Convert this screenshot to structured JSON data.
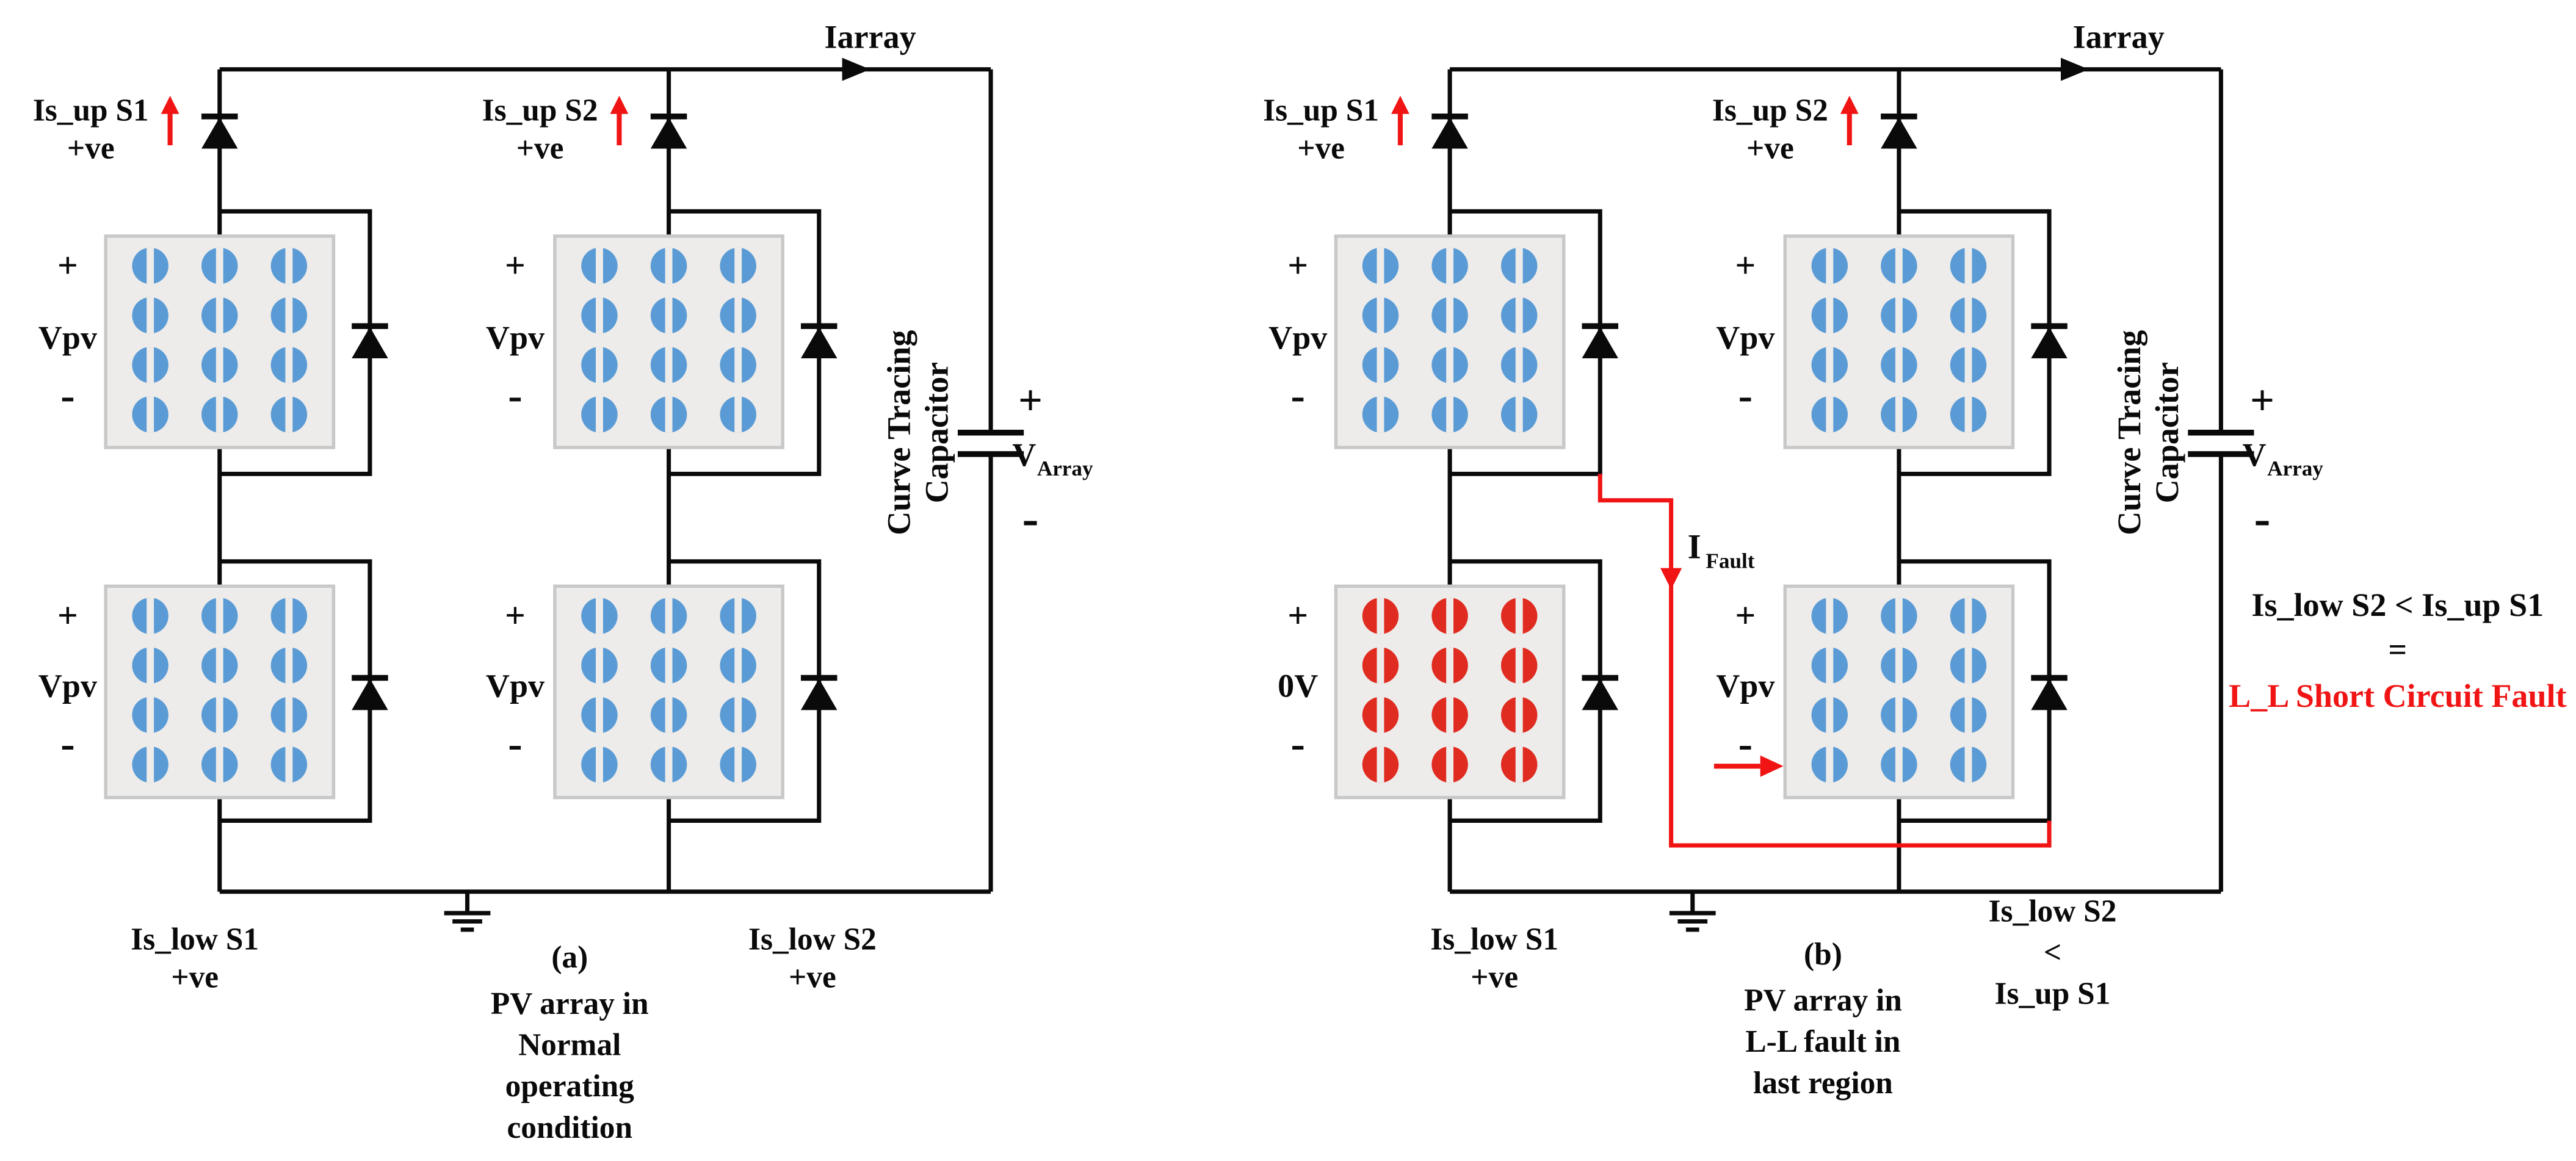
{
  "colors": {
    "wire": "#0a0a0a",
    "red": "#f01414",
    "cell_blue": "#5b9bd5",
    "cell_red": "#e02b20",
    "panel_bg": "#edecea",
    "panel_border": "#c8c8c8"
  },
  "left": {
    "iarray": "Iarray",
    "is_up_s1": [
      "Is_up S1",
      "+ve"
    ],
    "is_up_s2": [
      "Is_up S2",
      "+ve"
    ],
    "panel_upper_left": [
      "+",
      "Vpv",
      "-"
    ],
    "panel_lower_left": [
      "+",
      "Vpv",
      "-"
    ],
    "panel_upper_right": [
      "+",
      "Vpv",
      "-"
    ],
    "panel_lower_right": [
      "+",
      "Vpv",
      "-"
    ],
    "capacitor_label": [
      "Curve Tracing",
      "Capacitor"
    ],
    "cap_plus": "+",
    "cap_v": "V",
    "cap_v_sub": "Array",
    "cap_minus": "-",
    "is_low_s1": [
      "Is_low S1",
      "+ve"
    ],
    "is_low_s2": [
      "Is_low S2",
      "+ve"
    ],
    "caption_tag": "(a)",
    "caption": [
      "PV array in",
      "Normal",
      "operating",
      "condition"
    ]
  },
  "right": {
    "iarray": "Iarray",
    "is_up_s1": [
      "Is_up S1",
      "+ve"
    ],
    "is_up_s2": [
      "Is_up S2",
      "+ve"
    ],
    "panel_upper_left": [
      "+",
      "Vpv",
      "-"
    ],
    "panel_lower_left": [
      "+",
      "0V",
      "-"
    ],
    "panel_upper_right": [
      "+",
      "Vpv",
      "-"
    ],
    "panel_lower_right": [
      "+",
      "Vpv",
      "-"
    ],
    "ifault_i": "I",
    "ifault_sub": "Fault",
    "capacitor_label": [
      "Curve Tracing",
      "Capacitor"
    ],
    "cap_plus": "+",
    "cap_v": "V",
    "cap_v_sub": "Array",
    "cap_minus": "-",
    "fault_note": [
      "Is_low S2 < Is_up S1",
      "=",
      "L_L Short Circuit Fault"
    ],
    "is_low_s1": [
      "Is_low S1",
      "+ve"
    ],
    "is_low_s2_note": [
      "Is_low S2",
      "<",
      "Is_up S1"
    ],
    "caption_tag": "(b)",
    "caption": [
      "PV array in",
      "L-L fault in",
      "last region"
    ]
  }
}
